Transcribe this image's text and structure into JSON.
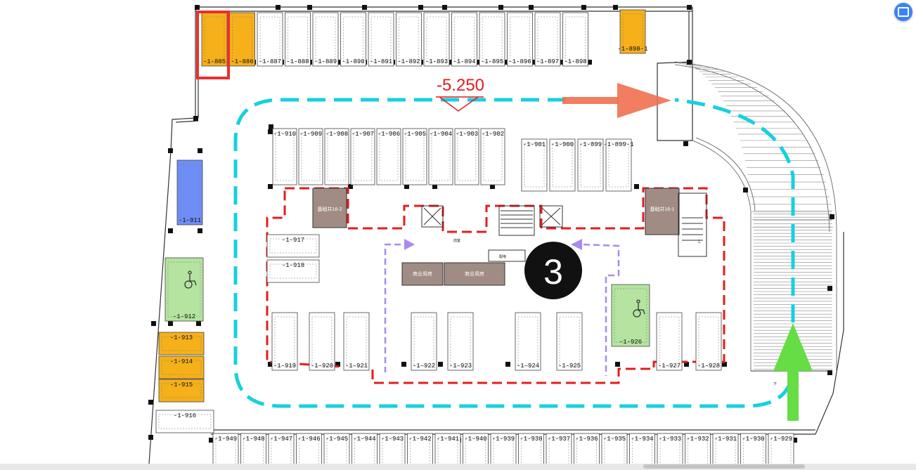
{
  "level": "-5.250",
  "unit_number": "3",
  "colors": {
    "cyan_route": "#16d0e0",
    "red_boundary": "#e51c1c",
    "purple_route": "#a78bf0",
    "orange_arrow": "#f07050",
    "green_arrow": "#66dd44",
    "highlight": "#e83030",
    "orange_space": "#f5b01a",
    "blue_space": "#6f8ef5",
    "green_space": "#b4e4a0",
    "room_fill": "#a08c84"
  },
  "icons": [
    "wheelchair-icon",
    "expand-icon"
  ],
  "spaces": {
    "top_row": [
      "-1-885",
      "-1-886",
      "-1-887",
      "-1-888",
      "-1-889",
      "-1-890",
      "-1-891",
      "-1-892",
      "-1-893",
      "-1-894",
      "-1-895",
      "-1-896",
      "-1-897",
      "-1-898"
    ],
    "top_right": "-1-898-1",
    "inner_top": [
      "-1-910",
      "-1-909",
      "-1-908",
      "-1-907",
      "-1-906",
      "-1-905",
      "-1-904",
      "-1-903",
      "-1-902"
    ],
    "inner_top_right": [
      "-1-901",
      "-1-900",
      "-1-899",
      "-1-899-1"
    ],
    "left_inner": [
      "-1-917",
      "-1-918"
    ],
    "left_outer": [
      "-1-911",
      "-1-912",
      "-1-913",
      "-1-914",
      "-1-915",
      "-1-916"
    ],
    "mid_bottom": [
      "-1-919",
      "-1-920",
      "-1-921",
      "-1-922",
      "-1-923",
      "-1-924",
      "-1-925",
      "-1-926",
      "-1-927",
      "-1-928"
    ],
    "bottom_row": [
      "-1-949",
      "-1-948",
      "-1-947",
      "-1-946",
      "-1-945",
      "-1-944",
      "-1-943",
      "-1-942",
      "-1-941",
      "-1-940",
      "-1-939",
      "-1-938",
      "-1-937",
      "-1-936",
      "-1-935",
      "-1-934",
      "-1-933",
      "-1-932",
      "-1-931",
      "-1-930",
      "-1-929"
    ]
  },
  "rooms": {
    "left": "基础井16-2",
    "right": "基础井16-1",
    "mid1": "前室",
    "shop1": "商业用房",
    "shop2": "商业用房"
  },
  "small_text": {
    "stair_up": "上",
    "ramp_down": "下",
    "room_label": "配电"
  }
}
